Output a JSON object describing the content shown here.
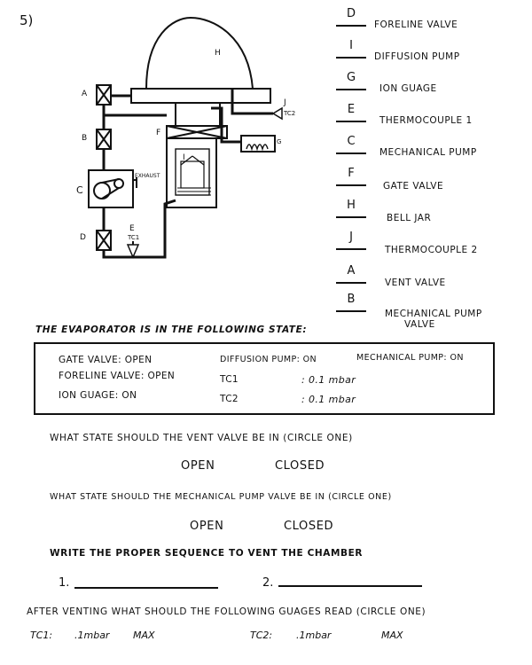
{
  "question_number": "5)",
  "diagram": {
    "bell_jar_label": "H",
    "vent_valve_label": "A",
    "mech_pump_valve_label": "B",
    "mech_pump_label": "C",
    "foreline_valve_label": "D",
    "tc1_label_top": "E",
    "tc1_label_bottom": "TC1",
    "gate_valve_label": "F",
    "ion_gauge_label": "G",
    "diffusion_pump_label": "I",
    "tc2_label_top": "J",
    "tc2_label_bottom": "TC2",
    "exhaust_label": "EXHAUST"
  },
  "legend": [
    {
      "letter": "D",
      "text": "Foreline Valve"
    },
    {
      "letter": "I",
      "text": "Diffusion Pump"
    },
    {
      "letter": "G",
      "text": "Ion Guage"
    },
    {
      "letter": "E",
      "text": "Thermocouple 1"
    },
    {
      "letter": "C",
      "text": "Mechanical Pump"
    },
    {
      "letter": "F",
      "text": "Gate Valve"
    },
    {
      "letter": "H",
      "text": "Bell Jar"
    },
    {
      "letter": "J",
      "text": "Thermocouple 2"
    },
    {
      "letter": "A",
      "text": "Vent Valve"
    },
    {
      "letter": "B",
      "text": "Mechanical Pump",
      "text2": "Valve"
    }
  ],
  "state_intro": "The evaporator is in the following state:",
  "state": {
    "gate_valve": "Gate Valve: Open",
    "foreline_valve": "Foreline Valve: Open",
    "ion_gauge": "Ion Guage: On",
    "diffusion_pump": "Diffusion Pump: On",
    "tc1_label": "TC1",
    "tc1_value": ": 0.1 mbar",
    "tc2_label": "TC2",
    "tc2_value": ": 0.1 mbar",
    "mechanical_pump": "Mechanical Pump: On"
  },
  "questions": {
    "q1": "What state should the vent valve be in (circle one)",
    "q1_open": "OPEN",
    "q1_closed": "CLOSED",
    "q2": "What state should the mechanical pump valve be in (circle one)",
    "q2_open": "OPEN",
    "q2_closed": "CLOSED",
    "q3": "Write the proper sequence to vent the chamber",
    "q3_item1": "1.",
    "q3_item2": "2.",
    "q4": "After venting what should the following guages read (circle one)",
    "tc1_label": "TC1:",
    "tc1_opt1": ".1mbar",
    "tc1_opt2": "MAX",
    "tc2_label": "TC2:",
    "tc2_opt1": ".1mbar",
    "tc2_opt2": "MAX"
  }
}
